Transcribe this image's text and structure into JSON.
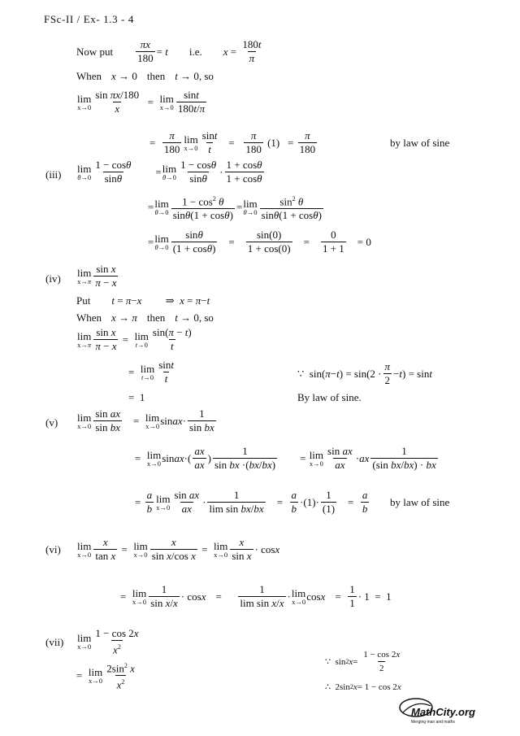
{
  "header": "FSc-II / Ex- 1.3 - 4",
  "labels": {
    "iii": "(iii)",
    "iv": "(iv)",
    "v": "(v)",
    "vi": "(vi)",
    "vii": "(vii)"
  },
  "words": {
    "now_put": "Now put",
    "ie": "i.e.",
    "when": "When",
    "then": "then",
    "so": ", so",
    "put": "Put",
    "by_law_of_sine": "by law of sine",
    "by_law_of_sine_cap": "By law of sine."
  },
  "logo": {
    "text": "MathCity.org",
    "tagline": "Merging man and maths"
  }
}
